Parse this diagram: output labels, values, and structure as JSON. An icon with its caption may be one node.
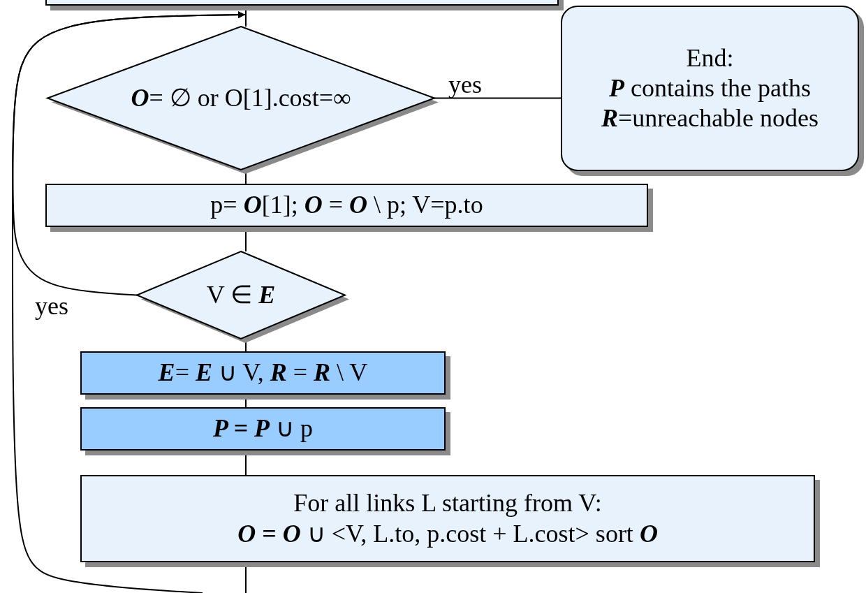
{
  "diagram": {
    "nodes": [
      {
        "text": [],
        "shape": "box"
      },
      {
        "text": [
          "**O**= ∅ or O[1].cost=∞"
        ]
      },
      {
        "text": [
          "End:",
          "**P** contains the paths",
          "**R**=unreachable nodes"
        ]
      },
      {
        "text": [
          "p= **O**[1]; **O** = **O** \\ p; V=p.to"
        ]
      },
      {
        "text": [
          "V ∈ **E**"
        ]
      },
      {
        "text": [
          "**E**= **E** ∪ V,  **R** = **R** \\ V"
        ]
      },
      {
        "text": [
          "**P = P** ∪ p"
        ]
      },
      {
        "text": [
          "For all links L starting from V:",
          "**O = O** ∪ <V, L.to, p.cost + L.cost> sort **O**"
        ]
      }
    ],
    "edges": [
      {
        "from": 0,
        "to": 1,
        "arrow": "none"
      },
      {
        "from": 1,
        "to": 2,
        "arrow": "none",
        "label": "yes"
      },
      {
        "from": 1,
        "to": 3,
        "arrow": "none"
      },
      {
        "from": 3,
        "to": 4,
        "arrow": "none"
      },
      {
        "from": 4,
        "to": 5,
        "arrow": "none"
      },
      {
        "from": 5,
        "to": 6,
        "arrow": "none"
      },
      {
        "from": 6,
        "to": 7,
        "arrow": "none"
      },
      {
        "from": 7,
        "to": null,
        "arrow": "none"
      },
      {
        "from": 4,
        "to": 1,
        "arrow": "to",
        "label": "yes"
      },
      {
        "from": null,
        "to": 1,
        "arrow": "to"
      }
    ]
  }
}
